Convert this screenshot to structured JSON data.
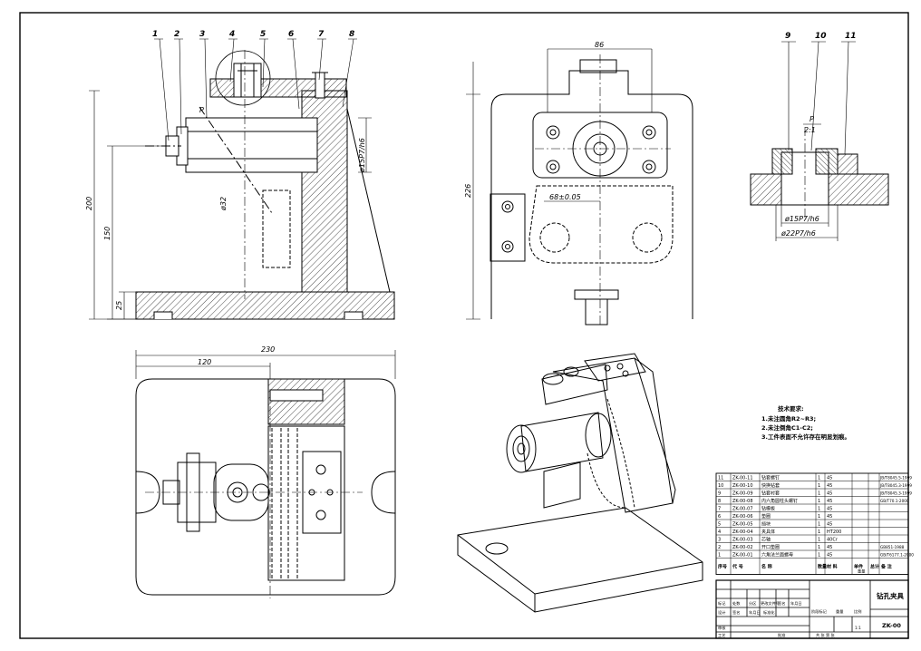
{
  "drawing": {
    "callouts": [
      "1",
      "2",
      "3",
      "4",
      "5",
      "6",
      "7",
      "8",
      "9",
      "10",
      "11"
    ],
    "dims": {
      "width_top": "86",
      "height_front": "200",
      "height_150": "150",
      "height_25": "25",
      "height_side": "226",
      "width_plan": "230",
      "width_120": "120",
      "dia_bore": "ø15P7/h6",
      "dia_32": "ø32",
      "pin_spacing": "68±0.05",
      "detail_d15": "ø15P7/h6",
      "detail_d22": "ø22P7/h6"
    },
    "detail": {
      "label": "P",
      "scale": "2:1"
    },
    "section_mark": "P"
  },
  "tech_req": {
    "title": "技术要求:",
    "items": [
      "1.未注圆角R2~R3;",
      "2.未注倒角C1-C2;",
      "3.工件表面不允许存在明显划痕。"
    ]
  },
  "bom": {
    "header": [
      "序号",
      "代 号",
      "名 称",
      "数量",
      "材 料",
      "单件",
      "总计",
      "备 注"
    ],
    "header_weight": "重量",
    "rows": [
      {
        "no": "11",
        "code": "ZK-00-11",
        "name": "钻套螺钉",
        "qty": "1",
        "mat": "45",
        "note": "JB/T8045.5-1999"
      },
      {
        "no": "10",
        "code": "ZK-00-10",
        "name": "快换钻套",
        "qty": "1",
        "mat": "45",
        "note": "JB/T8045.3-1999"
      },
      {
        "no": "9",
        "code": "ZK-00-09",
        "name": "钻套衬套",
        "qty": "1",
        "mat": "45",
        "note": "JB/T8045.3-1999"
      },
      {
        "no": "8",
        "code": "ZK-00-08",
        "name": "内六角圆柱头螺钉",
        "qty": "1",
        "mat": "45",
        "note": "GB/T70.1-2000"
      },
      {
        "no": "7",
        "code": "ZK-00-07",
        "name": "钻模板",
        "qty": "1",
        "mat": "45",
        "note": ""
      },
      {
        "no": "6",
        "code": "ZK-00-06",
        "name": "垫圈",
        "qty": "1",
        "mat": "45",
        "note": ""
      },
      {
        "no": "5",
        "code": "ZK-00-05",
        "name": "挡块",
        "qty": "1",
        "mat": "45",
        "note": ""
      },
      {
        "no": "4",
        "code": "ZK-00-04",
        "name": "夹具体",
        "qty": "1",
        "mat": "HT200",
        "note": ""
      },
      {
        "no": "3",
        "code": "ZK-00-03",
        "name": "芯轴",
        "qty": "1",
        "mat": "40Cr",
        "note": ""
      },
      {
        "no": "2",
        "code": "ZK-00-02",
        "name": "开口垫圈",
        "qty": "1",
        "mat": "45",
        "note": "GB851-1988"
      },
      {
        "no": "1",
        "code": "ZK-00-01",
        "name": "六角法兰面螺母",
        "qty": "1",
        "mat": "45",
        "note": "GB/T6177.1-2000"
      }
    ]
  },
  "title_block": {
    "title": "钻孔夹具",
    "drawing_no": "ZK-00",
    "scale": "1:1",
    "r1": [
      "标记",
      "处数",
      "分区",
      "更改文件号",
      "签名",
      "年月日"
    ],
    "r2": [
      "设计",
      "签名",
      "年月日",
      "标准化"
    ],
    "stage": [
      "阶段标记",
      "重量",
      "比例"
    ],
    "check": "审核",
    "process": "工艺",
    "approve": "批准",
    "sheets": "共  张  第  张"
  }
}
